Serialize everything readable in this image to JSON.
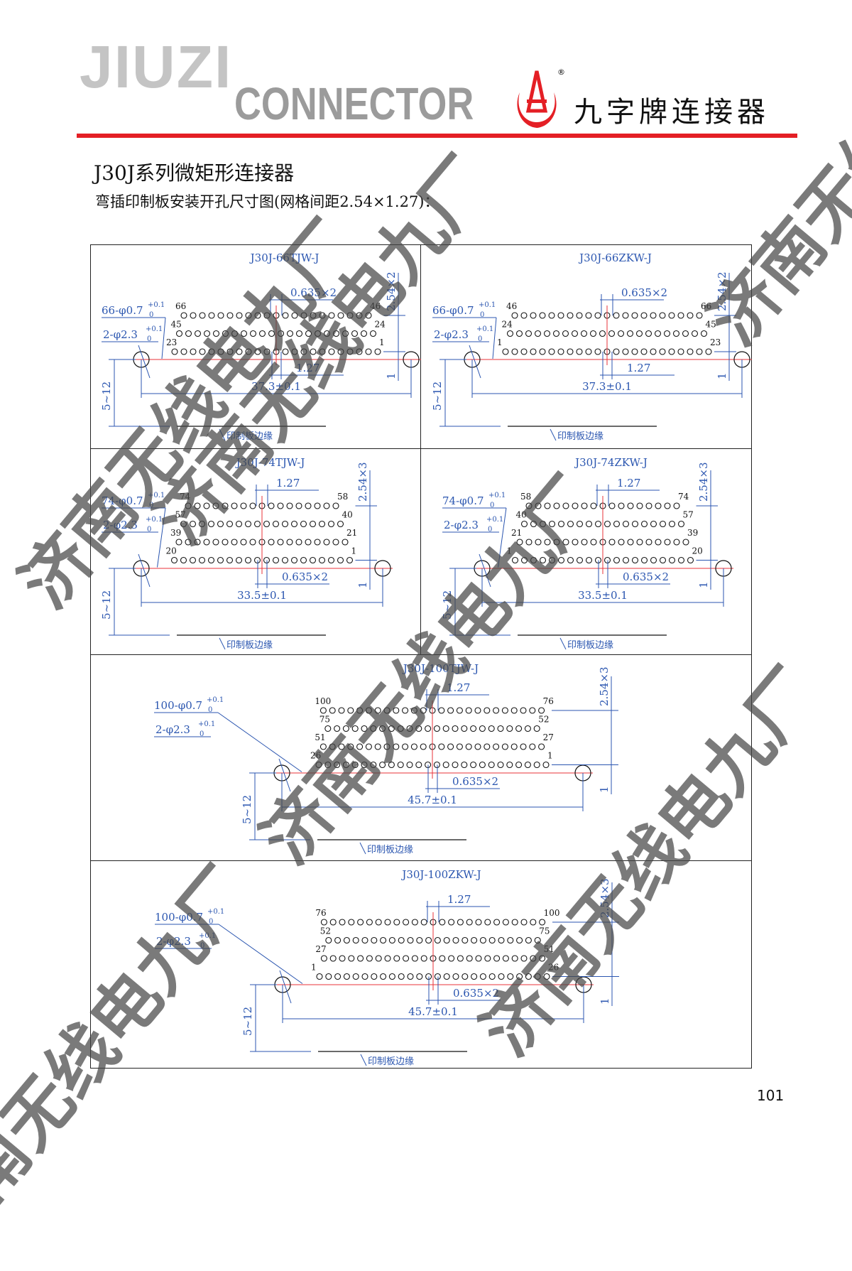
{
  "header": {
    "logo_line1": "JIUZI",
    "logo_line2": "CONNECTOR",
    "brand_cn": "九字牌连接器",
    "registered_mark": "®"
  },
  "title": "J30J系列微矩形连接器",
  "subtitle": "弯插印制板安装开孔尺寸图(网格间距2.54×1.27)：",
  "colors": {
    "accent_red": "#e41f25",
    "dim_blue": "#2b56b0",
    "center_red": "#e8333a"
  },
  "panels": [
    {
      "title": "J30J-66TJW-J",
      "pin_callout": "66-φ0.7",
      "hole_callout": "2-φ2.3",
      "tol_upper": "+0.1",
      "tol_lower": "0",
      "rows": [
        {
          "count": 21,
          "left": "66",
          "right": "46"
        },
        {
          "count": 22,
          "left": "45",
          "right": "24"
        },
        {
          "count": 23,
          "left": "23",
          "right": "1"
        }
      ],
      "dim_top": "0.635×2",
      "dim_bottom": "1.27",
      "dim_width": "37.3±0.1",
      "dim_rows": "2.54×2",
      "dim_offset": "1",
      "dim_edge": "5~12",
      "edge_label": "印制板边缘"
    },
    {
      "title": "J30J-66ZKW-J",
      "pin_callout": "66-φ0.7",
      "hole_callout": "2-φ2.3",
      "tol_upper": "+0.1",
      "tol_lower": "0",
      "rows": [
        {
          "count": 21,
          "left": "46",
          "right": "66"
        },
        {
          "count": 22,
          "left": "24",
          "right": "45"
        },
        {
          "count": 23,
          "left": "1",
          "right": "23"
        }
      ],
      "dim_top": "0.635×2",
      "dim_bottom": "1.27",
      "dim_width": "37.3±0.1",
      "dim_rows": "2.54×2",
      "dim_offset": "1",
      "dim_edge": "5~12",
      "edge_label": "印制板边缘"
    },
    {
      "title": "J30J-74TJW-J",
      "pin_callout": "74-φ0.7",
      "hole_callout": "2-φ2.3",
      "tol_upper": "+0.1",
      "tol_lower": "0",
      "rows": [
        {
          "count": 17,
          "left": "74",
          "right": "58"
        },
        {
          "count": 18,
          "left": "57",
          "right": "40"
        },
        {
          "count": 19,
          "left": "39",
          "right": "21"
        },
        {
          "count": 20,
          "left": "20",
          "right": "1"
        }
      ],
      "dim_top": "1.27",
      "dim_bottom": "0.635×2",
      "dim_width": "33.5±0.1",
      "dim_rows": "2.54×3",
      "dim_offset": "1",
      "dim_edge": "5~12",
      "edge_label": "印制板边缘"
    },
    {
      "title": "J30J-74ZKW-J",
      "pin_callout": "74-φ0.7",
      "hole_callout": "2-φ2.3",
      "tol_upper": "+0.1",
      "tol_lower": "0",
      "rows": [
        {
          "count": 17,
          "left": "58",
          "right": "74"
        },
        {
          "count": 18,
          "left": "40",
          "right": "57"
        },
        {
          "count": 19,
          "left": "21",
          "right": "39"
        },
        {
          "count": 20,
          "left": "1",
          "right": "20"
        }
      ],
      "dim_top": "1.27",
      "dim_bottom": "0.635×2",
      "dim_width": "33.5±0.1",
      "dim_rows": "2.54×3",
      "dim_offset": "1",
      "dim_edge": "5~12",
      "edge_label": "印制板边缘"
    },
    {
      "title": "J30J-100TJW-J",
      "pin_callout": "100-φ0.7",
      "hole_callout": "2-φ2.3",
      "tol_upper": "+0.1",
      "tol_lower": "0",
      "rows": [
        {
          "count": 25,
          "left": "100",
          "right": "76"
        },
        {
          "count": 24,
          "left": "75",
          "right": "52"
        },
        {
          "count": 25,
          "left": "51",
          "right": "27"
        },
        {
          "count": 26,
          "left": "26",
          "right": "1"
        }
      ],
      "dim_top": "1.27",
      "dim_bottom": "0.635×2",
      "dim_width": "45.7±0.1",
      "dim_rows": "2.54×3",
      "dim_offset": "1",
      "dim_edge": "5~12",
      "edge_label": "印制板边缘"
    },
    {
      "title": "J30J-100ZKW-J",
      "pin_callout": "100-φ0.7",
      "hole_callout": "2-φ2.3",
      "tol_upper": "+0.1",
      "tol_lower": "0",
      "rows": [
        {
          "count": 25,
          "left": "76",
          "right": "100"
        },
        {
          "count": 24,
          "left": "52",
          "right": "75"
        },
        {
          "count": 25,
          "left": "27",
          "right": "51"
        },
        {
          "count": 26,
          "left": "1",
          "right": "26"
        }
      ],
      "dim_top": "1.27",
      "dim_bottom": "0.635×2",
      "dim_width": "45.7±0.1",
      "dim_rows": "2.54×3",
      "dim_offset": "1",
      "dim_edge": "5~12",
      "edge_label": "印制板边缘"
    }
  ],
  "watermark": "济南无线电九厂",
  "page_number": "101"
}
